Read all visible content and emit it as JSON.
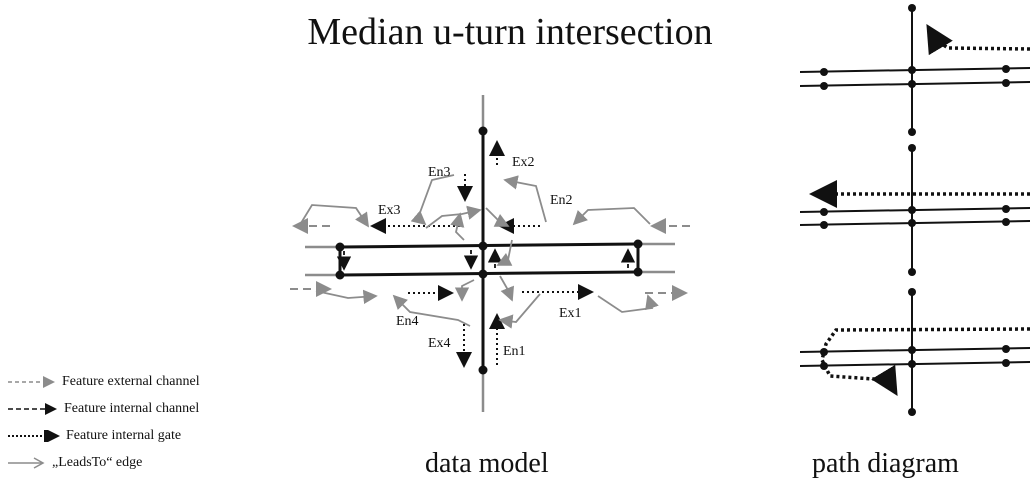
{
  "title": "Median u-turn intersection",
  "captions": {
    "data_model": "data model",
    "path_diagram": "path diagram"
  },
  "node_labels": {
    "en1": "En1",
    "en2": "En2",
    "en3": "En3",
    "en4": "En4",
    "ex1": "Ex1",
    "ex2": "Ex2",
    "ex3": "Ex3",
    "ex4": "Ex4"
  },
  "legend": [
    {
      "label": "Feature external channel",
      "style": "gray-dashed"
    },
    {
      "label": "Feature internal channel",
      "style": "black-dashed"
    },
    {
      "label": "Feature internal gate",
      "style": "black-dotted"
    },
    {
      "label": "„LeadsTo“ edge",
      "style": "gray-solid"
    }
  ],
  "colors": {
    "black": "#111111",
    "gray": "#8c8c8c"
  }
}
